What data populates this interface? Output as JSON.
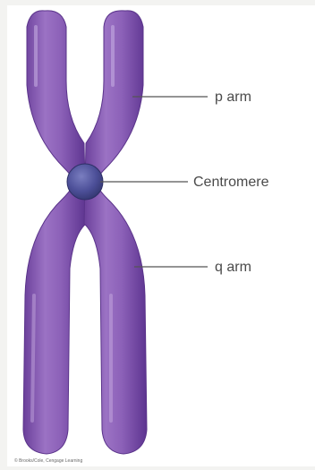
{
  "labels": {
    "p_arm": "p arm",
    "centromere": "Centromere",
    "q_arm": "q arm"
  },
  "credit": "© Brooks/Cole, Cengage Learning",
  "colors": {
    "chromatid": "#8a5fb5",
    "chromatid_dark": "#5f3a8a",
    "chromatid_light": "#b89ad6",
    "centromere": "#4c4f98",
    "leader_line": "#555555"
  }
}
